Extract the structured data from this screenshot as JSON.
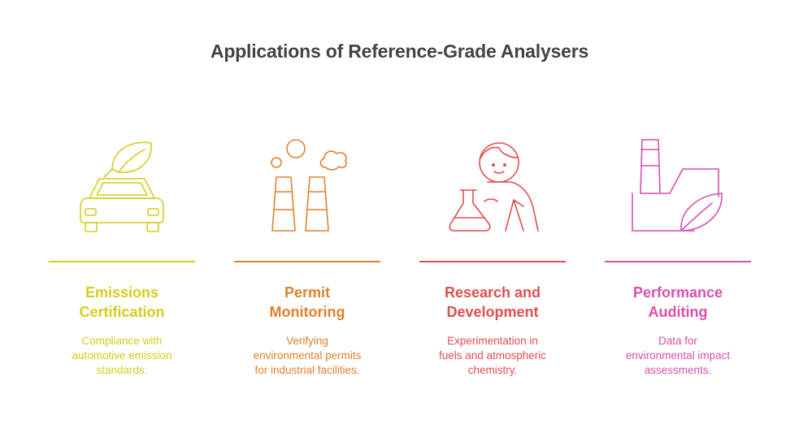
{
  "title": "Applications of Reference-Grade Analysers",
  "colors": {
    "title": "#434343",
    "emissions": "#D6CC1E",
    "permit": "#E0812F",
    "research": "#E04E4E",
    "performance": "#D84FAF"
  },
  "items": [
    {
      "icon": "car-leaf-icon",
      "heading_line1": "Emissions",
      "heading_line2": "Certification",
      "desc_line1": "Compliance with",
      "desc_line2": "automotive emission",
      "desc_line3": "standards."
    },
    {
      "icon": "smokestacks-icon",
      "heading_line1": "Permit",
      "heading_line2": "Monitoring",
      "desc_line1": "Verifying",
      "desc_line2": "environmental permits",
      "desc_line3": "for industrial facilities."
    },
    {
      "icon": "scientist-flask-icon",
      "heading_line1": "Research and",
      "heading_line2": "Development",
      "desc_line1": "Experimentation in",
      "desc_line2": "fuels and atmospheric",
      "desc_line3": "chemistry."
    },
    {
      "icon": "factory-leaf-icon",
      "heading_line1": "Performance",
      "heading_line2": "Auditing",
      "desc_line1": "Data for",
      "desc_line2": "environmental impact",
      "desc_line3": "assessments."
    }
  ]
}
